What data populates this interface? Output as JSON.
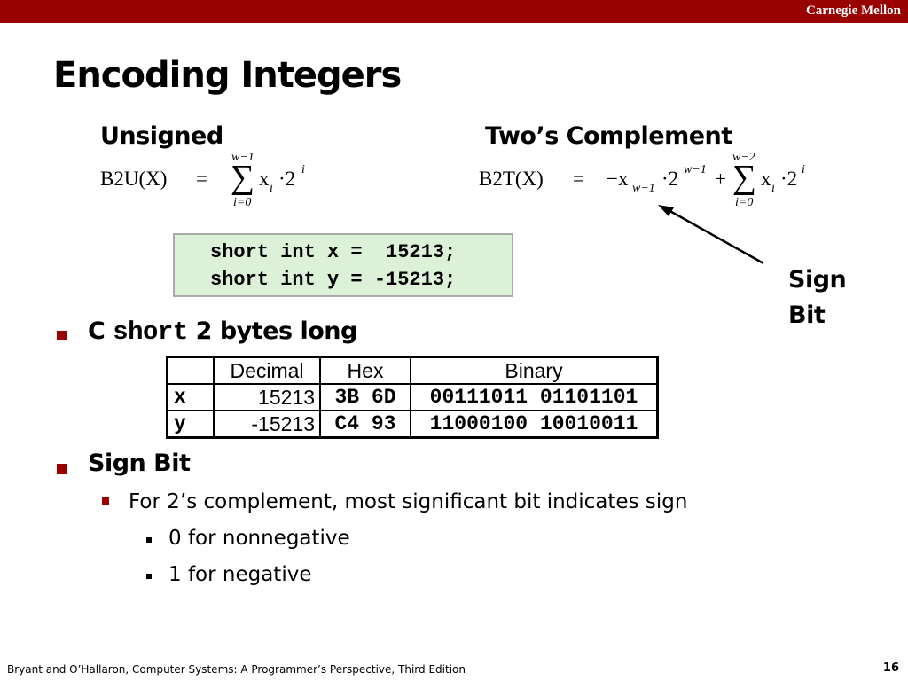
{
  "header": {
    "brand": "Carnegie Mellon",
    "bar_color": "#990000"
  },
  "title": "Encoding Integers",
  "unsigned": {
    "heading": "Unsigned",
    "lhs": "B2U(X)",
    "eq": "=",
    "sum_upper": "w−1",
    "sum_lower": "i=0",
    "term": "x",
    "term_sub": "i",
    "times_two": "·2",
    "exp": "i"
  },
  "twos": {
    "heading": "Two’s Complement",
    "lhs": "B2T(X)",
    "eq": "=",
    "neg_term": "−x",
    "neg_sub": "w−1",
    "times_two": "·2",
    "neg_exp": "w−1",
    "plus": "+",
    "sum_upper": "w−2",
    "sum_lower": "i=0",
    "term": "x",
    "term_sub": "i",
    "times_two2": "·2",
    "exp": "i"
  },
  "code": {
    "line1": "short int x =  15213;",
    "line2": "short int y = -15213;",
    "bg_color": "#ddf0d8"
  },
  "sign_bit_label": {
    "line1": "Sign",
    "line2": "Bit"
  },
  "bullets": {
    "b1_pre": "C ",
    "b1_mono": "short",
    "b1_post": " 2 bytes long",
    "b2": "Sign Bit",
    "sub1": "For 2’s complement, most significant bit indicates sign",
    "subsub1": "0 for nonnegative",
    "subsub2": "1 for negative"
  },
  "table": {
    "headers": [
      "",
      "Decimal",
      "Hex",
      "Binary"
    ],
    "rows": [
      {
        "label": "x",
        "decimal": "15213",
        "hex": "3B 6D",
        "binary": "00111011 01101101"
      },
      {
        "label": "y",
        "decimal": "-15213",
        "hex": "C4 93",
        "binary": "11000100 10010011"
      }
    ]
  },
  "footer": "Bryant and O’Hallaron, Computer Systems: A Programmer’s Perspective, Third Edition",
  "page_number": "16"
}
